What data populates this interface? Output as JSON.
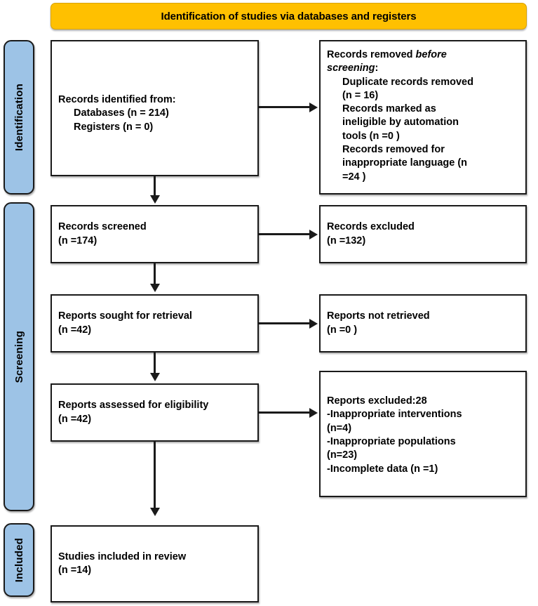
{
  "banner": {
    "title": "Identification of studies via databases and registers"
  },
  "stages": [
    {
      "key": "identification",
      "label": "Identification"
    },
    {
      "key": "screening",
      "label": "Screening"
    },
    {
      "key": "included",
      "label": "Included"
    }
  ],
  "boxes": {
    "identified": {
      "line1": "Records identified from:",
      "line2": "Databases (n = 214)",
      "line3": "Registers (n = 0)"
    },
    "removed_before": {
      "line1_pre": "Records removed ",
      "line1_italic": "before",
      "line2_italic": "screening",
      "line2_post": ":",
      "line3": "Duplicate records removed",
      "line4": "(n = 16)",
      "line5": "Records marked as",
      "line6": "ineligible by automation",
      "line7": "tools (n =0 )",
      "line8": "Records removed for",
      "line9": "inappropriate language (n",
      "line10": "=24 )"
    },
    "screened": {
      "line1": "Records screened",
      "line2": "(n =174)"
    },
    "excluded": {
      "line1": "Records excluded",
      "line2": "(n =132)"
    },
    "sought": {
      "line1": "Reports sought for retrieval",
      "line2": "(n =42)"
    },
    "not_retrieved": {
      "line1": "Reports not retrieved",
      "line2": "(n =0 )"
    },
    "assessed": {
      "line1": "Reports assessed for eligibility",
      "line2": "(n =42)"
    },
    "reports_excluded": {
      "line1": "Reports excluded:28",
      "line2": "-Inappropriate interventions",
      "line3": "(n=4)",
      "line4": "-Inappropriate populations",
      "line5": "(n=23)",
      "line6": "-Incomplete data (n =1)"
    },
    "included": {
      "line1": "Studies included in review",
      "line2": "(n =14)"
    }
  },
  "colors": {
    "banner_fill": "#FFC000",
    "stage_fill": "#9DC3E6",
    "box_fill": "#FFFFFF",
    "stroke": "#1A1A1A",
    "text": "#000000"
  }
}
